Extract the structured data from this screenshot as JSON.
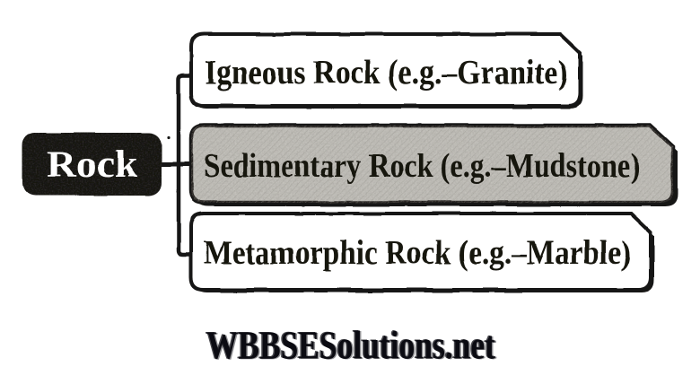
{
  "diagram": {
    "title_semantic": "Rock classification flow diagram",
    "root": {
      "label": "Rock"
    },
    "branches": [
      {
        "id": "igneous",
        "label": "Igneous Rock (e.g.–Granite)",
        "fill": "#ffffff"
      },
      {
        "id": "sedimentary",
        "label": "Sedimentary Rock (e.g.–Mudstone)",
        "fill": "#c6c4be"
      },
      {
        "id": "metamorphic",
        "label": "Metamorphic Rock (e.g.–Marble)",
        "fill": "#ffffff"
      }
    ],
    "colors": {
      "ink": "#171412",
      "root_box_fill": "#141210",
      "root_text": "#ffffff",
      "highlight_box_fill": "#c6c4be",
      "background": "#ffffff"
    }
  },
  "watermark": {
    "text": "WBBSESolutions.net"
  }
}
